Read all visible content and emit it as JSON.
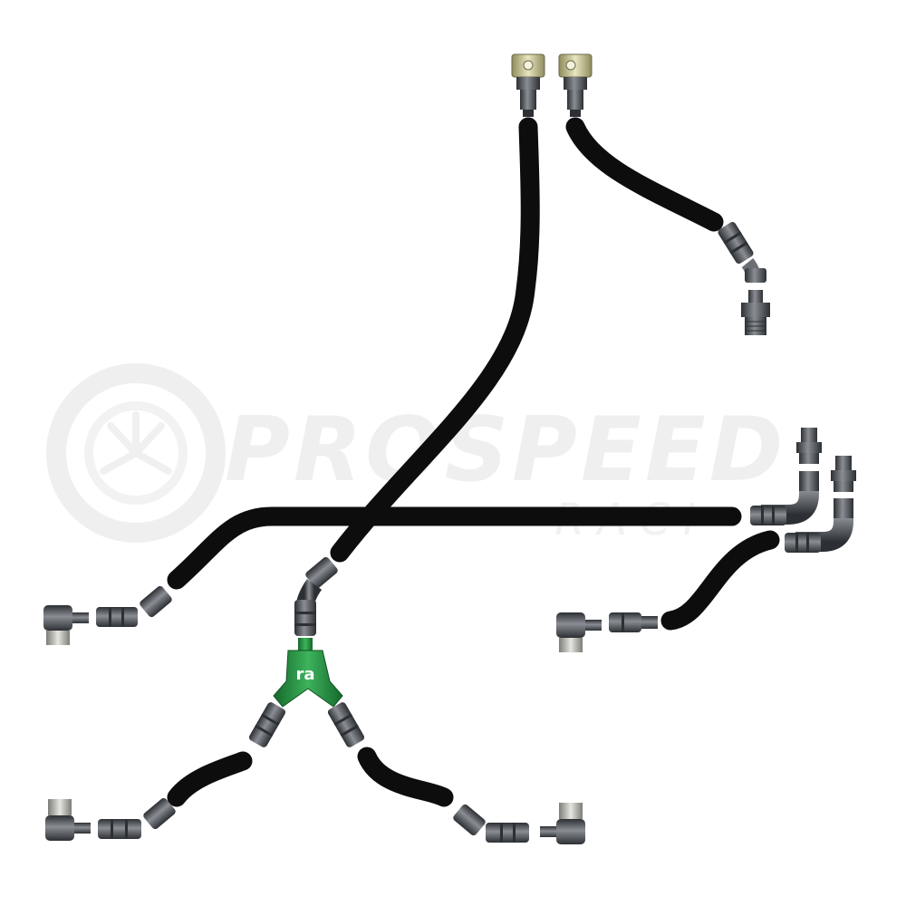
{
  "watermark": {
    "brand": "PROSPEED",
    "subtext": "RACI",
    "color": "#ededed"
  },
  "colors": {
    "hose": "#0d0d0d",
    "fitting_dark": "#3a3d42",
    "fitting_mid": "#6b6f75",
    "fitting_light": "#a9adb3",
    "sensor_silver": "#c9c9c2",
    "sensor_brass": "#d6d3a6",
    "y_block_green": "#1f8a3a",
    "y_block_highlight": "#4cc26a",
    "y_block_logo": "#ffffff"
  },
  "y_block": {
    "logo_text": "ra"
  }
}
